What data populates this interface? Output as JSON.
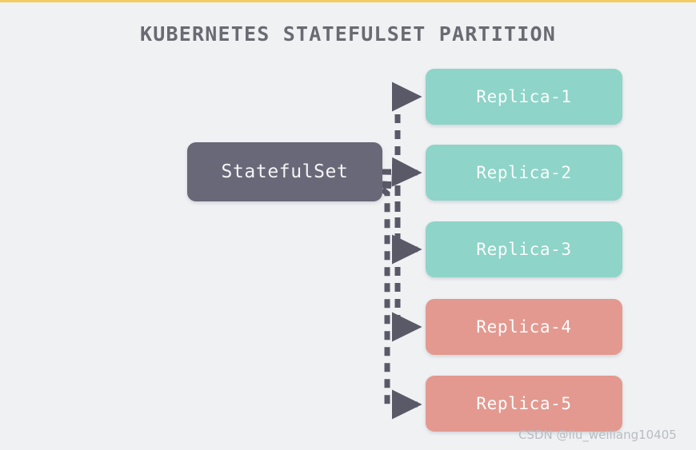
{
  "figure": {
    "title": "KUBERNETES STATEFULSET PARTITION",
    "background_color": "#eff1f3",
    "top_rule_color": "#f3cb60",
    "title_color": "#6a6a72"
  },
  "controller": {
    "label": "StatefulSet",
    "color": "#686878",
    "text_color": "#f4f4f6"
  },
  "legend_colors": {
    "ready": "#8ed4c8",
    "pending": "#e3998f",
    "connector": "#595968"
  },
  "replicas": [
    {
      "label": "Replica-1",
      "state": "ready",
      "color": "#8ed4c8"
    },
    {
      "label": "Replica-2",
      "state": "ready",
      "color": "#8ed4c8"
    },
    {
      "label": "Replica-3",
      "state": "ready",
      "color": "#8ed4c8"
    },
    {
      "label": "Replica-4",
      "state": "pending",
      "color": "#e3998f"
    },
    {
      "label": "Replica-5",
      "state": "pending",
      "color": "#e3998f"
    }
  ],
  "watermark": {
    "text": "CSDN @liu_weiliang10405"
  }
}
